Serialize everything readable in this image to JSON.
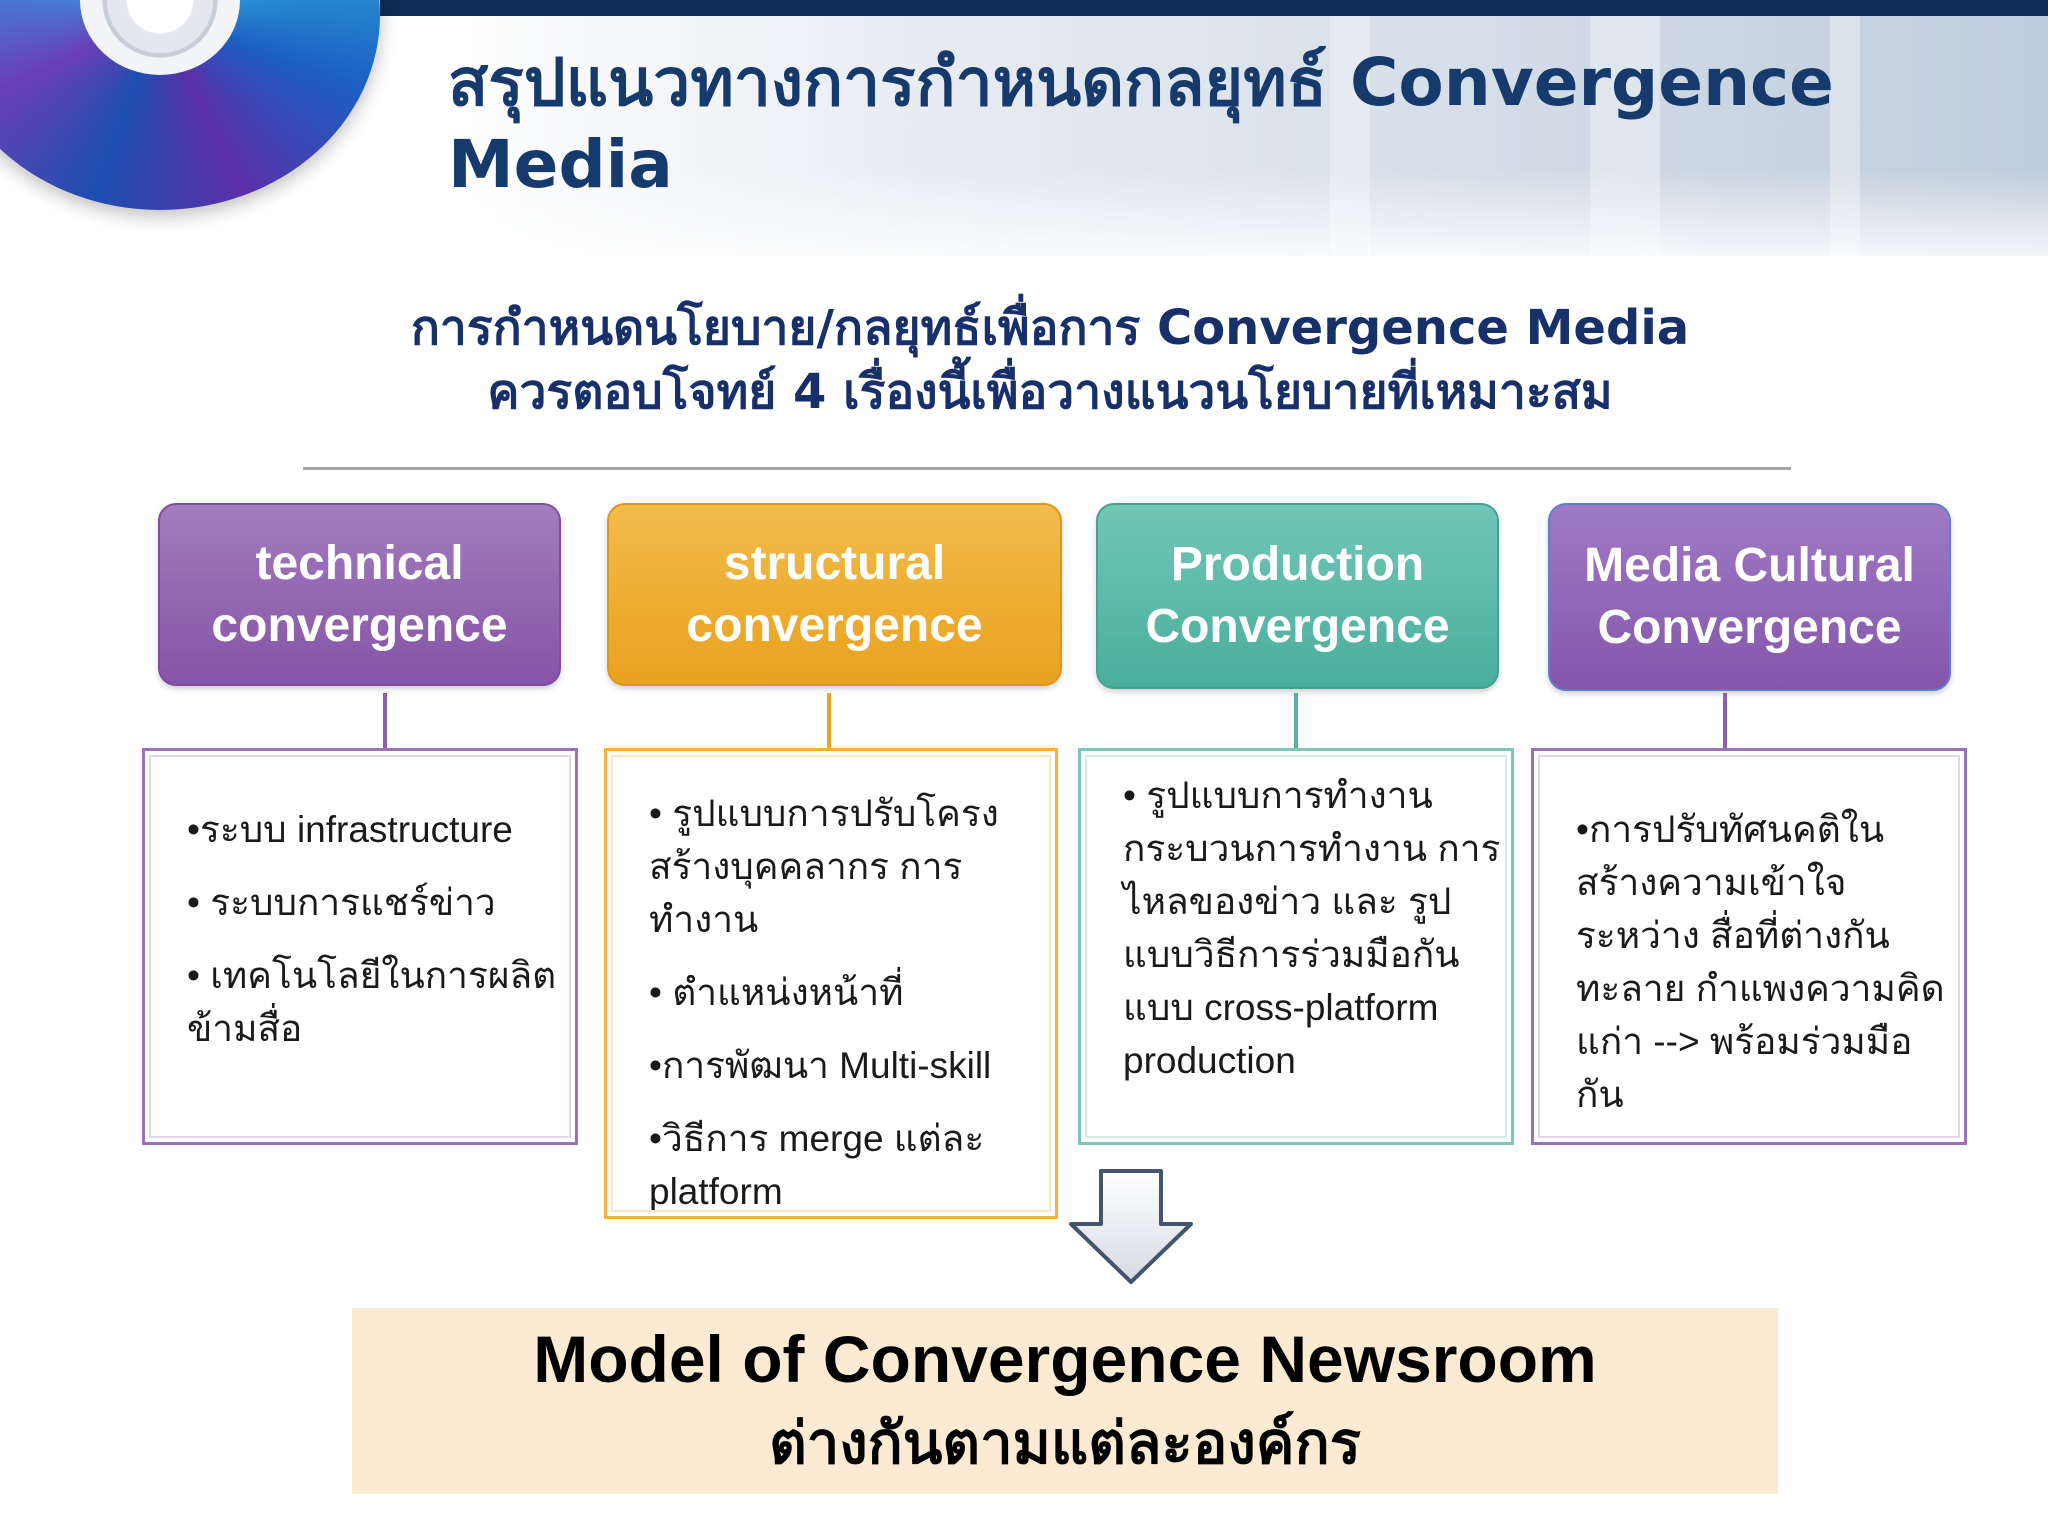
{
  "title": "สรุปแนวทางการกำหนดกลยุทธ์ Convergence Media",
  "subtitle": {
    "line1": "การกำหนดนโยบาย/กลยุทธ์เพื่อการ Convergence Media",
    "line2": "ควรตอบโจทย์ 4 เรื่องนี้เพื่อวางแนวนโยบายที่เหมาะสม"
  },
  "cards": [
    {
      "head": [
        "technical",
        "convergence"
      ],
      "items": [
        "•ระบบ infrastructure",
        "• ระบบการแชร์ข่าว",
        "• เทคโนโลยีในการผลิตข้ามสื่อ"
      ]
    },
    {
      "head": [
        "structural",
        "convergence"
      ],
      "items": [
        "• รูปแบบการปรับโครงสร้างบุคคลากร การทำงาน",
        "• ตำแหน่งหน้าที่",
        "•การพัฒนา Multi-skill",
        "•วิธีการ merge แต่ละ platform"
      ]
    },
    {
      "head": [
        "Production",
        "Convergence"
      ],
      "items": [
        "• รูปแบบการทำงาน กระบวนการทำงาน การไหลของข่าว และ รูปแบบวิธีการร่วมมือกัน แบบ cross-platform production"
      ]
    },
    {
      "head": [
        "Media Cultural",
        "Convergence"
      ],
      "items": [
        "•การปรับทัศนคติใน สร้างความเข้าใจระหว่าง สื่อที่ต่างกัน ทะลาย กำแพงความคิดแก่า --> พร้อมร่วมมือกัน"
      ]
    }
  ],
  "result": {
    "line1": "Model of Convergence Newsroom",
    "line2": "ต่างกันตามแต่ละองค์กร"
  },
  "colors": {
    "title": "#163a6c",
    "purple": "#8a5bab",
    "orange": "#eba525",
    "teal": "#52b3a2",
    "result_bg": "#fbebd3"
  }
}
